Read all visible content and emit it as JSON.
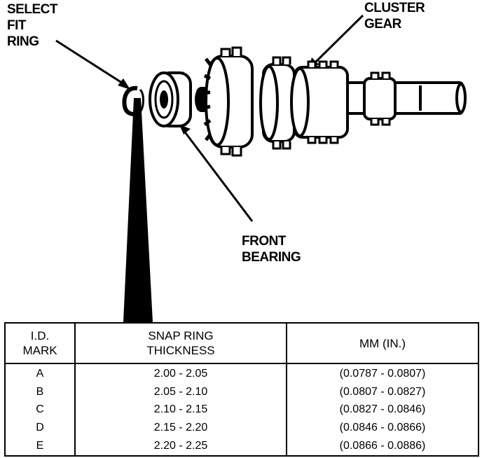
{
  "callouts": {
    "select_fit_ring": "SELECT\nFIT\nRING",
    "cluster_gear": "CLUSTER\nGEAR",
    "front_bearing": "FRONT\nBEARING"
  },
  "table": {
    "headers": {
      "mark": "I.D.\nMARK",
      "thickness": "SNAP RING\nTHICKNESS",
      "inches": "MM (IN.)"
    },
    "rows": [
      {
        "mark": "A",
        "thickness": "2.00 - 2.05",
        "inches": "(0.0787 - 0.0807)"
      },
      {
        "mark": "B",
        "thickness": "2.05 - 2.10",
        "inches": "(0.0807 - 0.0827)"
      },
      {
        "mark": "C",
        "thickness": "2.10 - 2.15",
        "inches": "(0.0827 - 0.0846)"
      },
      {
        "mark": "D",
        "thickness": "2.15 - 2.20",
        "inches": "(0.0846 - 0.0866)"
      },
      {
        "mark": "E",
        "thickness": "2.20 - 2.25",
        "inches": "(0.0866 - 0.0886)"
      }
    ]
  }
}
